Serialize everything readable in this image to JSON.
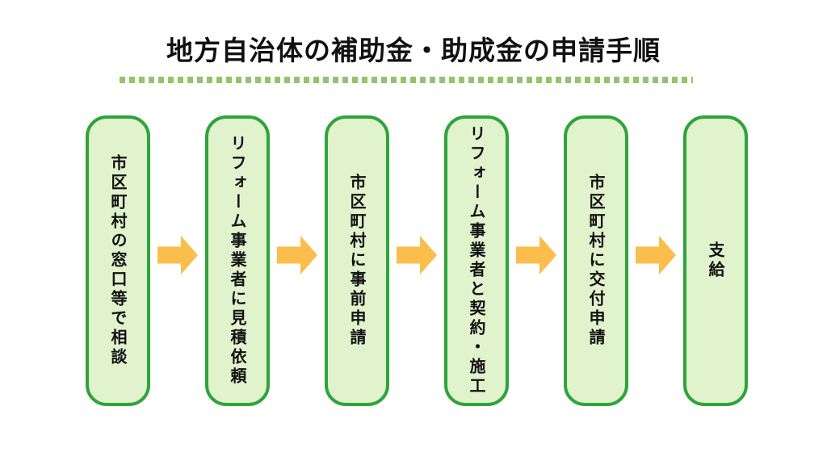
{
  "header": {
    "title": "地方自治体の補助金・助成金の申請手順"
  },
  "flow": {
    "steps": [
      {
        "label": "市区町村の窓口等で相談"
      },
      {
        "label": "リフォーム事業者に見積依頼"
      },
      {
        "label": "市区町村に事前申請"
      },
      {
        "label": "リフォーム事業者と契約・施工"
      },
      {
        "label": "市区町村に交付申請"
      },
      {
        "label": "支給"
      }
    ]
  },
  "colors": {
    "box_fill": "#E0F3CC",
    "box_border": "#2EA43B",
    "arrow": "#FBBE4D",
    "divider_dots": "#93C46B",
    "title_text": "#111111"
  }
}
